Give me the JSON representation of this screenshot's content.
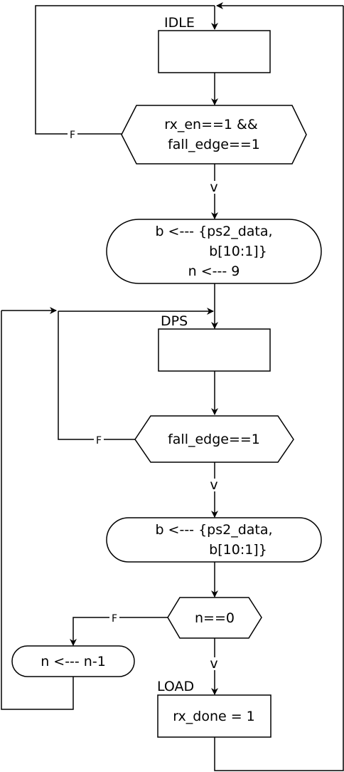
{
  "states": {
    "idle": "IDLE",
    "dps": "DPS",
    "load": "LOAD"
  },
  "decisions": {
    "start_line1": "rx_en==1 &&",
    "start_line2": "fall_edge==1",
    "edge": "fall_edge==1",
    "count": "n==0"
  },
  "actions": {
    "init_line1": "b <--- {ps2_data,",
    "init_line2": "b[10:1]}",
    "init_line3": "n <--- 9",
    "shift_line1": "b <--- {ps2_data,",
    "shift_line2": "b[10:1]}",
    "decrement": "n <--- n-1",
    "done": "rx_done = 1"
  },
  "labels": {
    "true": "v",
    "false": "F"
  }
}
